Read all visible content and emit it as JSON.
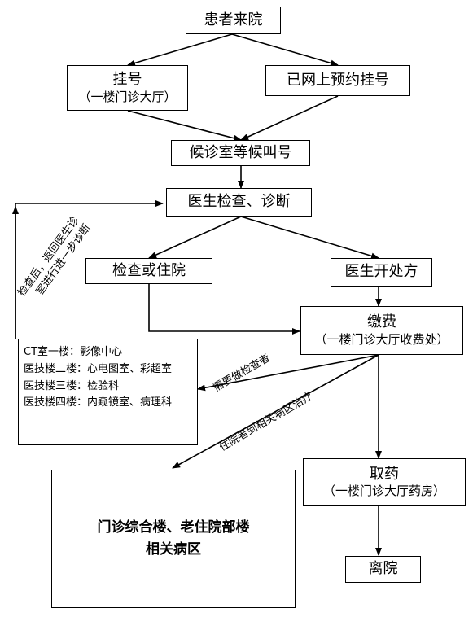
{
  "nodes": {
    "patient_arrives": "患者来院",
    "register": "挂号",
    "register_location": "（一楼门诊大厅）",
    "online_registered": "已网上预约挂号",
    "waiting_room": "候诊室等候叫号",
    "doctor_exam": "医生检查、诊断",
    "exam_or_hospital": "检查或住院",
    "prescription": "医生开处方",
    "payment": "缴费",
    "payment_location": "（一楼门诊大厅收费处）",
    "ct_info": [
      "CT室一楼：影像中心",
      "医技楼二楼：心电图室、彩超室",
      "医技楼三楼：检验科",
      "医技楼四楼：内窥镜室、病理科"
    ],
    "wards_line1": "门诊综合楼、老住院部楼",
    "wards_line2": "相关病区",
    "get_medicine": "取药",
    "pharmacy_location": "（一楼门诊大厅药房）",
    "leave": "离院"
  },
  "labels": {
    "return_after_check_line1": "检查后，返回医生诊",
    "return_after_check_line2": "室进行进一步诊断",
    "need_check": "需要做检查者",
    "hospitalized": "住院者到相关病区治疗"
  }
}
